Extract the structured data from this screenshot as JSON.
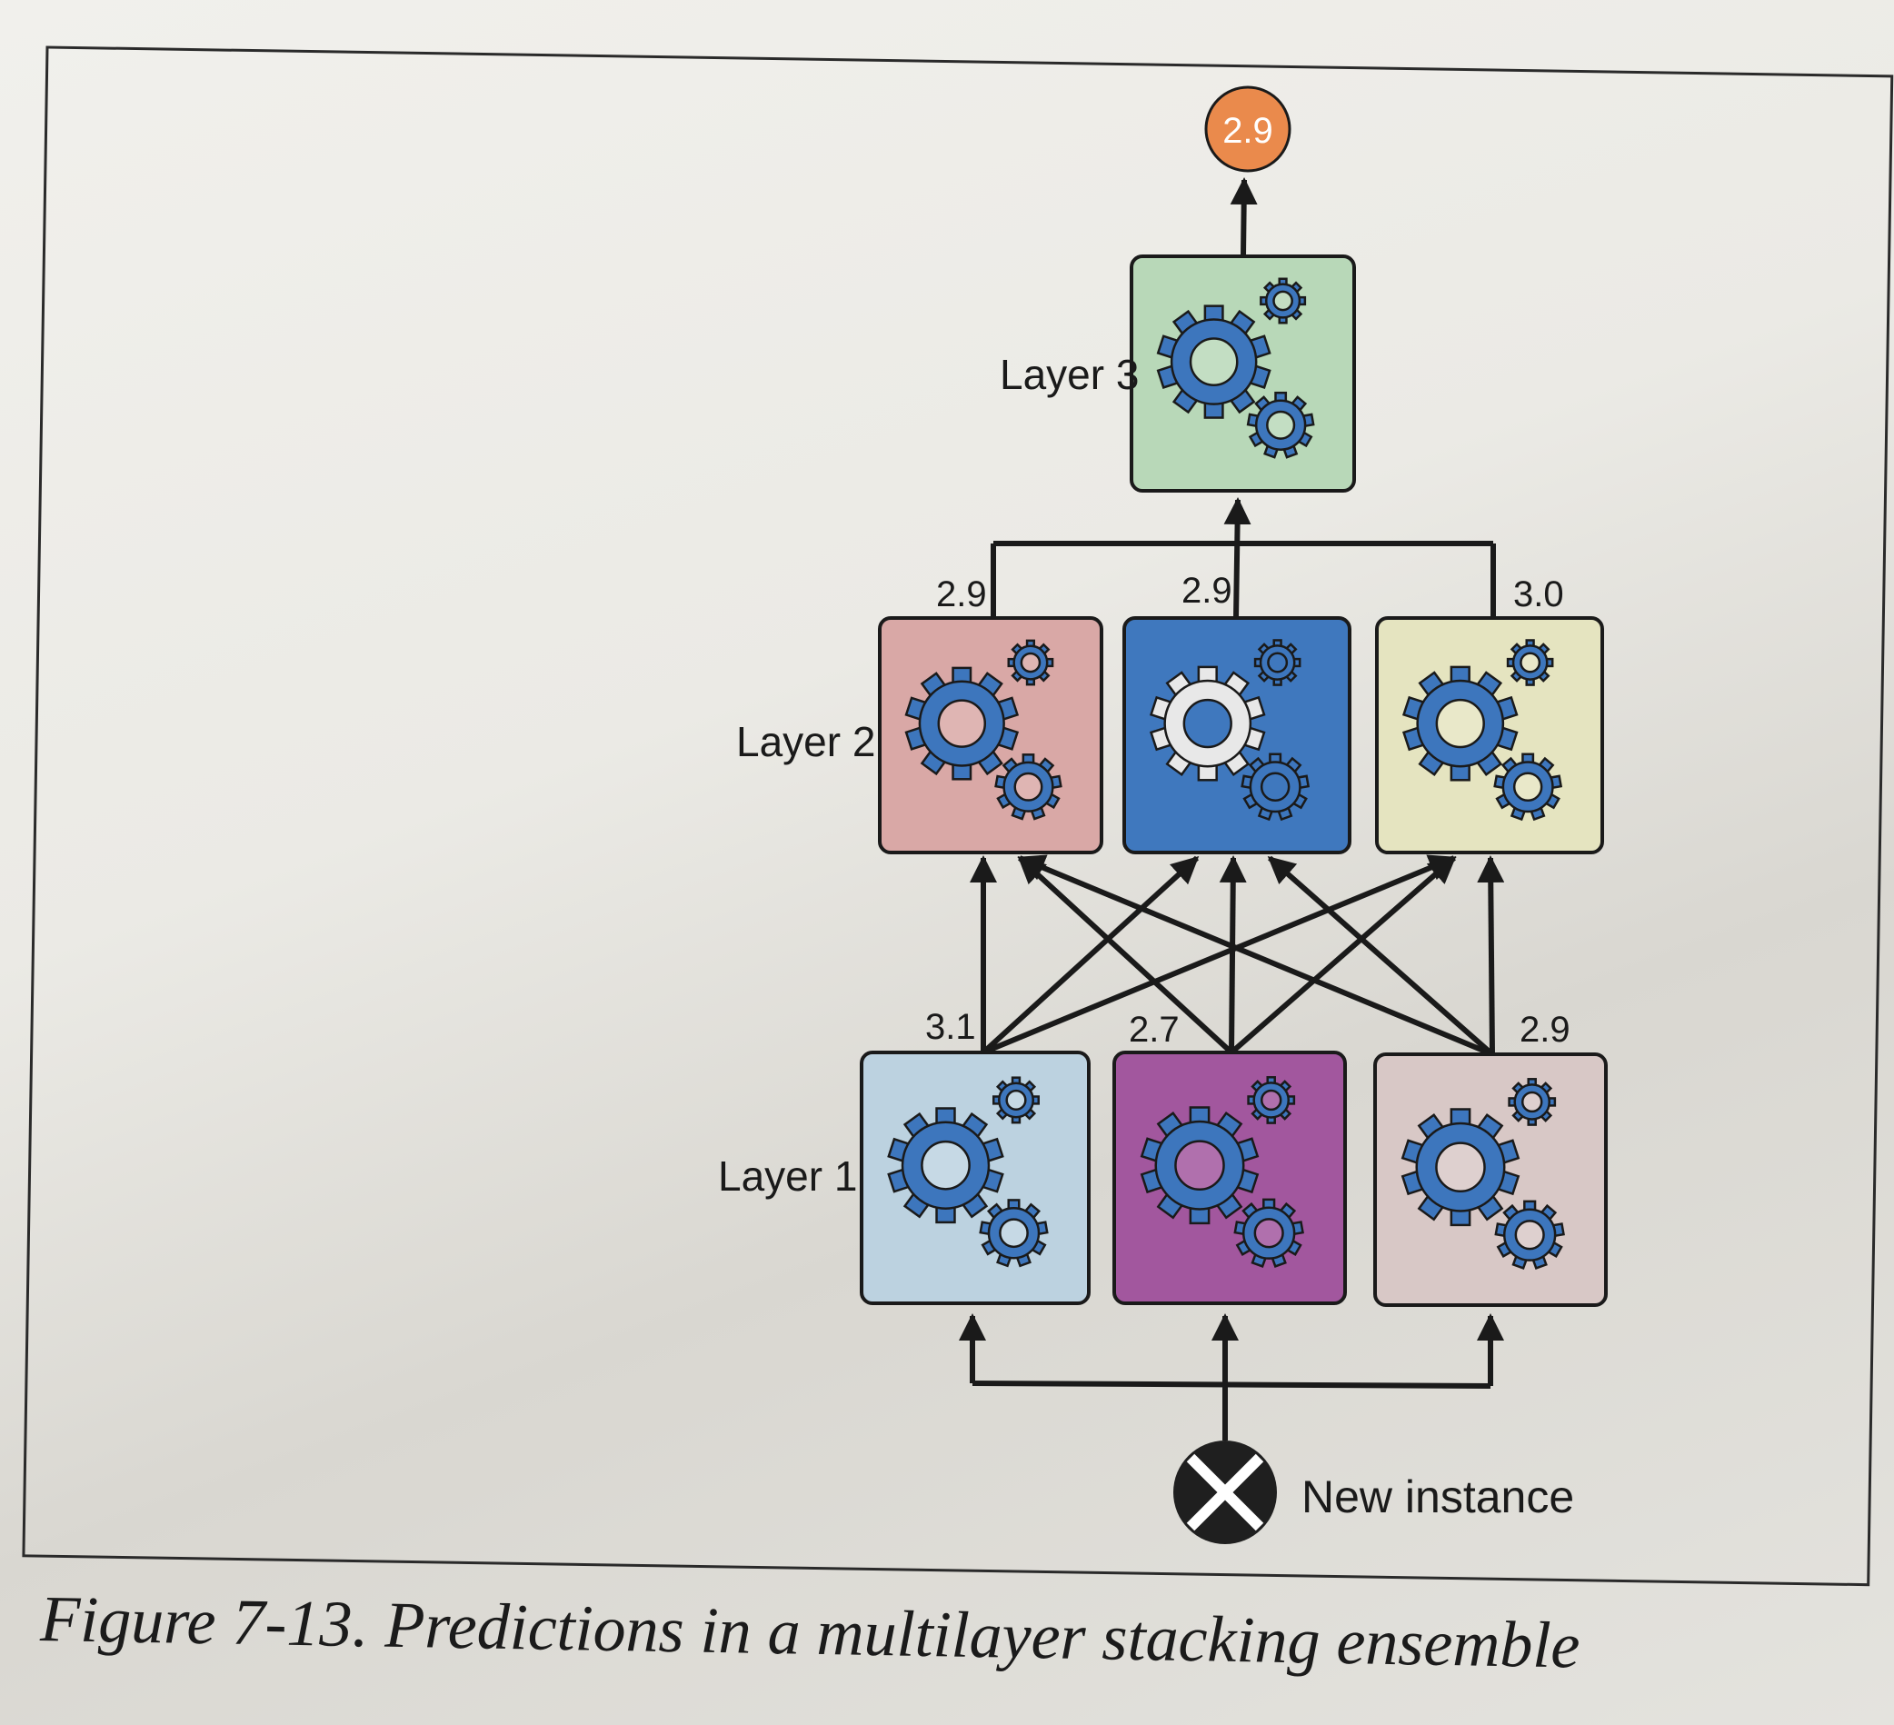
{
  "figure": {
    "output_value": "2.9",
    "layers": [
      {
        "label": "Layer 3",
        "models": [
          {
            "color": "#b8d8b8",
            "prediction": ""
          }
        ]
      },
      {
        "label": "Layer 2",
        "models": [
          {
            "color": "#d9a8a6",
            "prediction": "2.9"
          },
          {
            "color": "#3f78be",
            "prediction": "2.9"
          },
          {
            "color": "#e5e4c0",
            "prediction": "3.0"
          }
        ]
      },
      {
        "label": "Layer 1",
        "models": [
          {
            "color": "#bcd2e0",
            "prediction": "3.1"
          },
          {
            "color": "#a2579e",
            "prediction": "2.7"
          },
          {
            "color": "#d8c8c6",
            "prediction": "2.9"
          }
        ]
      }
    ],
    "input_label": "New instance",
    "output_color": "#ea8a4c",
    "gear_color": "#3d76bd"
  },
  "caption": "Figure 7-13. Predictions in a multilayer stacking ensemble"
}
